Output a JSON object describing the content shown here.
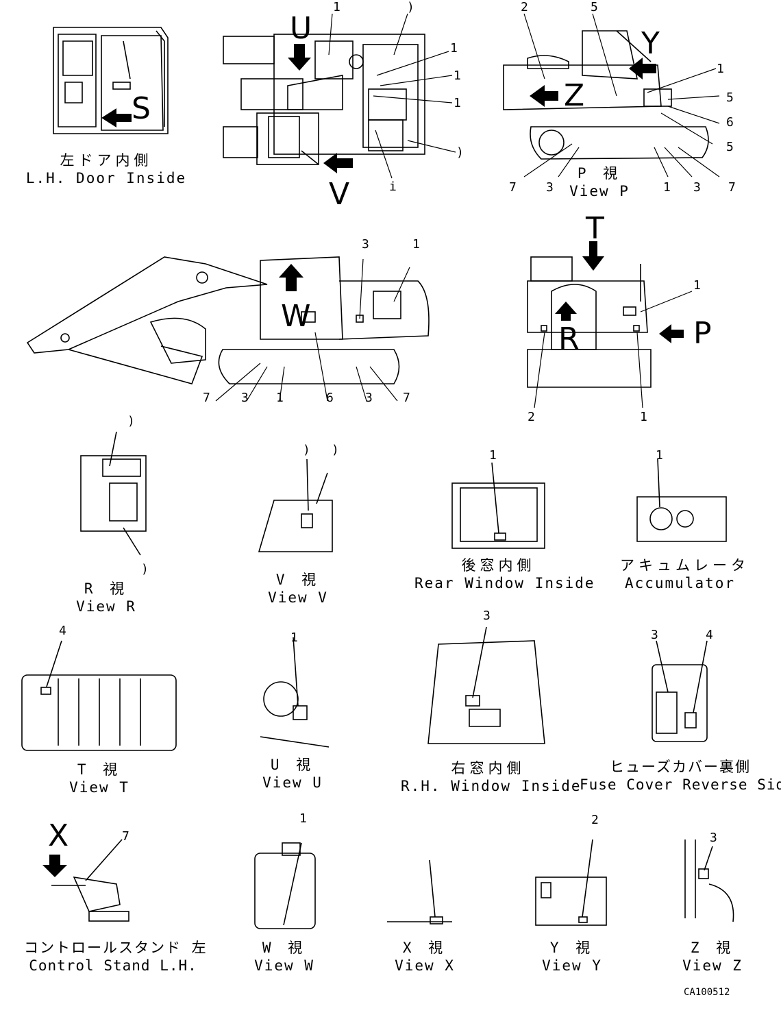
{
  "drawing_code": "CA100512",
  "views": {
    "lh_door": {
      "jp": "左ドア内側",
      "en": "L.H. Door Inside"
    },
    "view_p": {
      "jp": "P 視",
      "en": "View P"
    },
    "view_r": {
      "jp": "R 視",
      "en": "View R"
    },
    "view_v": {
      "jp": "V 視",
      "en": "View V"
    },
    "rear_window": {
      "jp": "後窓内側",
      "en": "Rear Window Inside"
    },
    "accumulator": {
      "jp": "アキュムレータ",
      "en": "Accumulator"
    },
    "view_t": {
      "jp": "T 視",
      "en": "View T"
    },
    "view_u": {
      "jp": "U 視",
      "en": "View U"
    },
    "rh_window": {
      "jp": "右窓内側",
      "en": "R.H. Window Inside"
    },
    "fuse_cover": {
      "jp": "ヒューズカバー裏側",
      "en": "Fuse Cover Reverse Side"
    },
    "control_stand": {
      "jp": "コントロールスタンド 左",
      "en": "Control Stand L.H."
    },
    "view_w": {
      "jp": "W 視",
      "en": "View W"
    },
    "view_x": {
      "jp": "X 視",
      "en": "View X"
    },
    "view_y": {
      "jp": "Y 視",
      "en": "View Y"
    },
    "view_z": {
      "jp": "Z 視",
      "en": "View Z"
    }
  },
  "markers": {
    "s": "S",
    "u": "U",
    "v": "V",
    "y": "Y",
    "z": "Z",
    "t": "T",
    "p": "P",
    "r": "R",
    "w": "W",
    "x": "X"
  },
  "callouts": {
    "top_1": "1",
    "top_2": ")",
    "top_3": "1",
    "top_4": "1",
    "top_5": "1",
    "top_6": ")",
    "top_7": "i",
    "vp_2": "2",
    "vp_5a": "5",
    "vp_1": "1",
    "vp_5b": "5",
    "vp_6": "6",
    "vp_5c": "5",
    "vp_b7": "7",
    "vp_b3": "3",
    "vp_b1": "1",
    "vp_b3b": "3",
    "vp_b7b": "7",
    "side_3": "3",
    "side_1": "1",
    "side_b7": "7",
    "side_b3": "3",
    "side_b1": "1",
    "side_b6": "6",
    "side_b3b": "3",
    "side_b7b": "7",
    "rear_1": "1",
    "rear_2": "2",
    "rear_1b": "1",
    "vr_top": ")",
    "vr_bot": ")",
    "vv_a": ")",
    "vv_b": ")",
    "rw_1": "1",
    "acc_1": "1",
    "vt_4": "4",
    "vu_1": "1",
    "rh_3": "3",
    "fc_3": "3",
    "fc_4": "4",
    "cs_7": "7",
    "vw_1": "1",
    "vy_2": "2",
    "vz_3": "3"
  }
}
